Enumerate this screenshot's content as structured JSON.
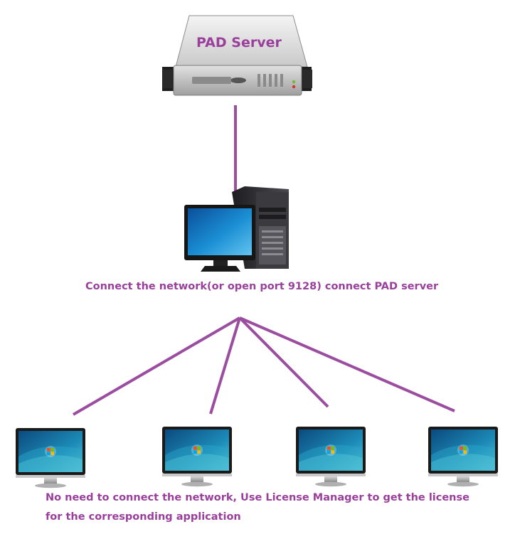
{
  "server": {
    "label": "PAD Server"
  },
  "gateway": {
    "caption": "Connect the network(or open port 9128) connect PAD server"
  },
  "clients": {
    "caption_line1": "No need to connect the network, Use License Manager to get the license",
    "caption_line2": "for the  corresponding application"
  },
  "colors": {
    "accent": "#9a3f9c",
    "line": "#9b4ea0",
    "server_body": "#d8d8d8",
    "screen_blue": "#1f8fd6",
    "tower_dark": "#2f2f33"
  },
  "icons": [
    "server-icon",
    "desktop-computer-icon",
    "monitor-icon",
    "windows-logo-icon"
  ]
}
